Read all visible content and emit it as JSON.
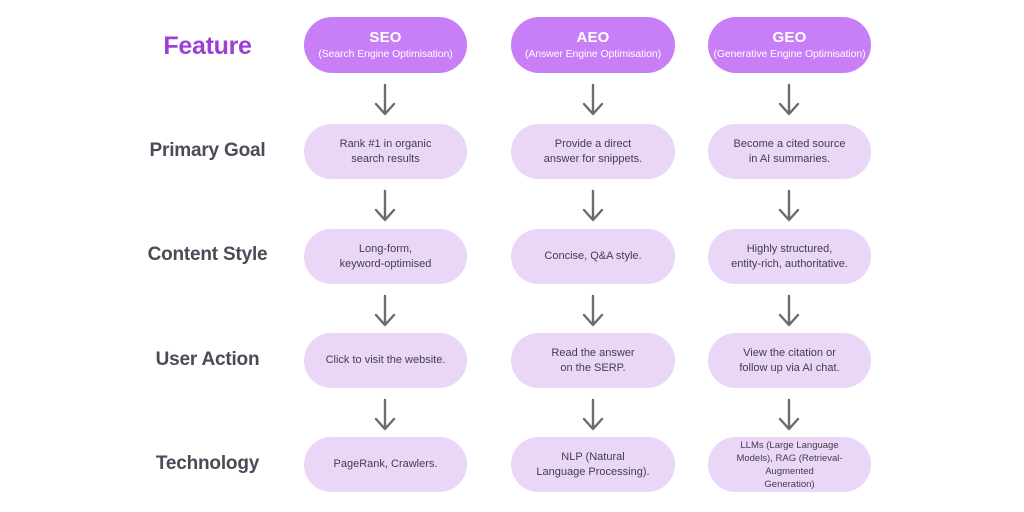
{
  "diagram": {
    "feature_label": "Feature",
    "accent_color": "#9c3fd6",
    "header_pill_color": "#c87ef6",
    "cell_pill_color": "#ead7f7",
    "arrow_color": "#6b6b72",
    "arrow_icon": "arrow-down-icon"
  },
  "columns": [
    {
      "abbr": "SEO",
      "expand": "(Search Engine Optimisation)"
    },
    {
      "abbr": "AEO",
      "expand": "(Answer Engine Optimisation)"
    },
    {
      "abbr": "GEO",
      "expand": "(Generative Engine Optimisation)"
    }
  ],
  "rows": [
    {
      "label": "Primary Goal",
      "cells": [
        "Rank #1 in organic\nsearch results",
        "Provide a direct\nanswer for snippets.",
        "Become a cited source\nin AI summaries."
      ]
    },
    {
      "label": "Content Style",
      "cells": [
        "Long-form,\nkeyword-optimised",
        "Concise, Q&A style.",
        "Highly structured,\nentity-rich, authoritative."
      ]
    },
    {
      "label": "User Action",
      "cells": [
        "Click to visit the website.",
        "Read the answer\non the SERP.",
        "View the citation or\nfollow up via AI chat."
      ]
    },
    {
      "label": "Technology",
      "cells": [
        "PageRank, Crawlers.",
        "NLP (Natural\nLanguage Processing).",
        "LLMs (Large Language\nModels), RAG (Retrieval-Augmented\nGeneration)"
      ]
    }
  ]
}
